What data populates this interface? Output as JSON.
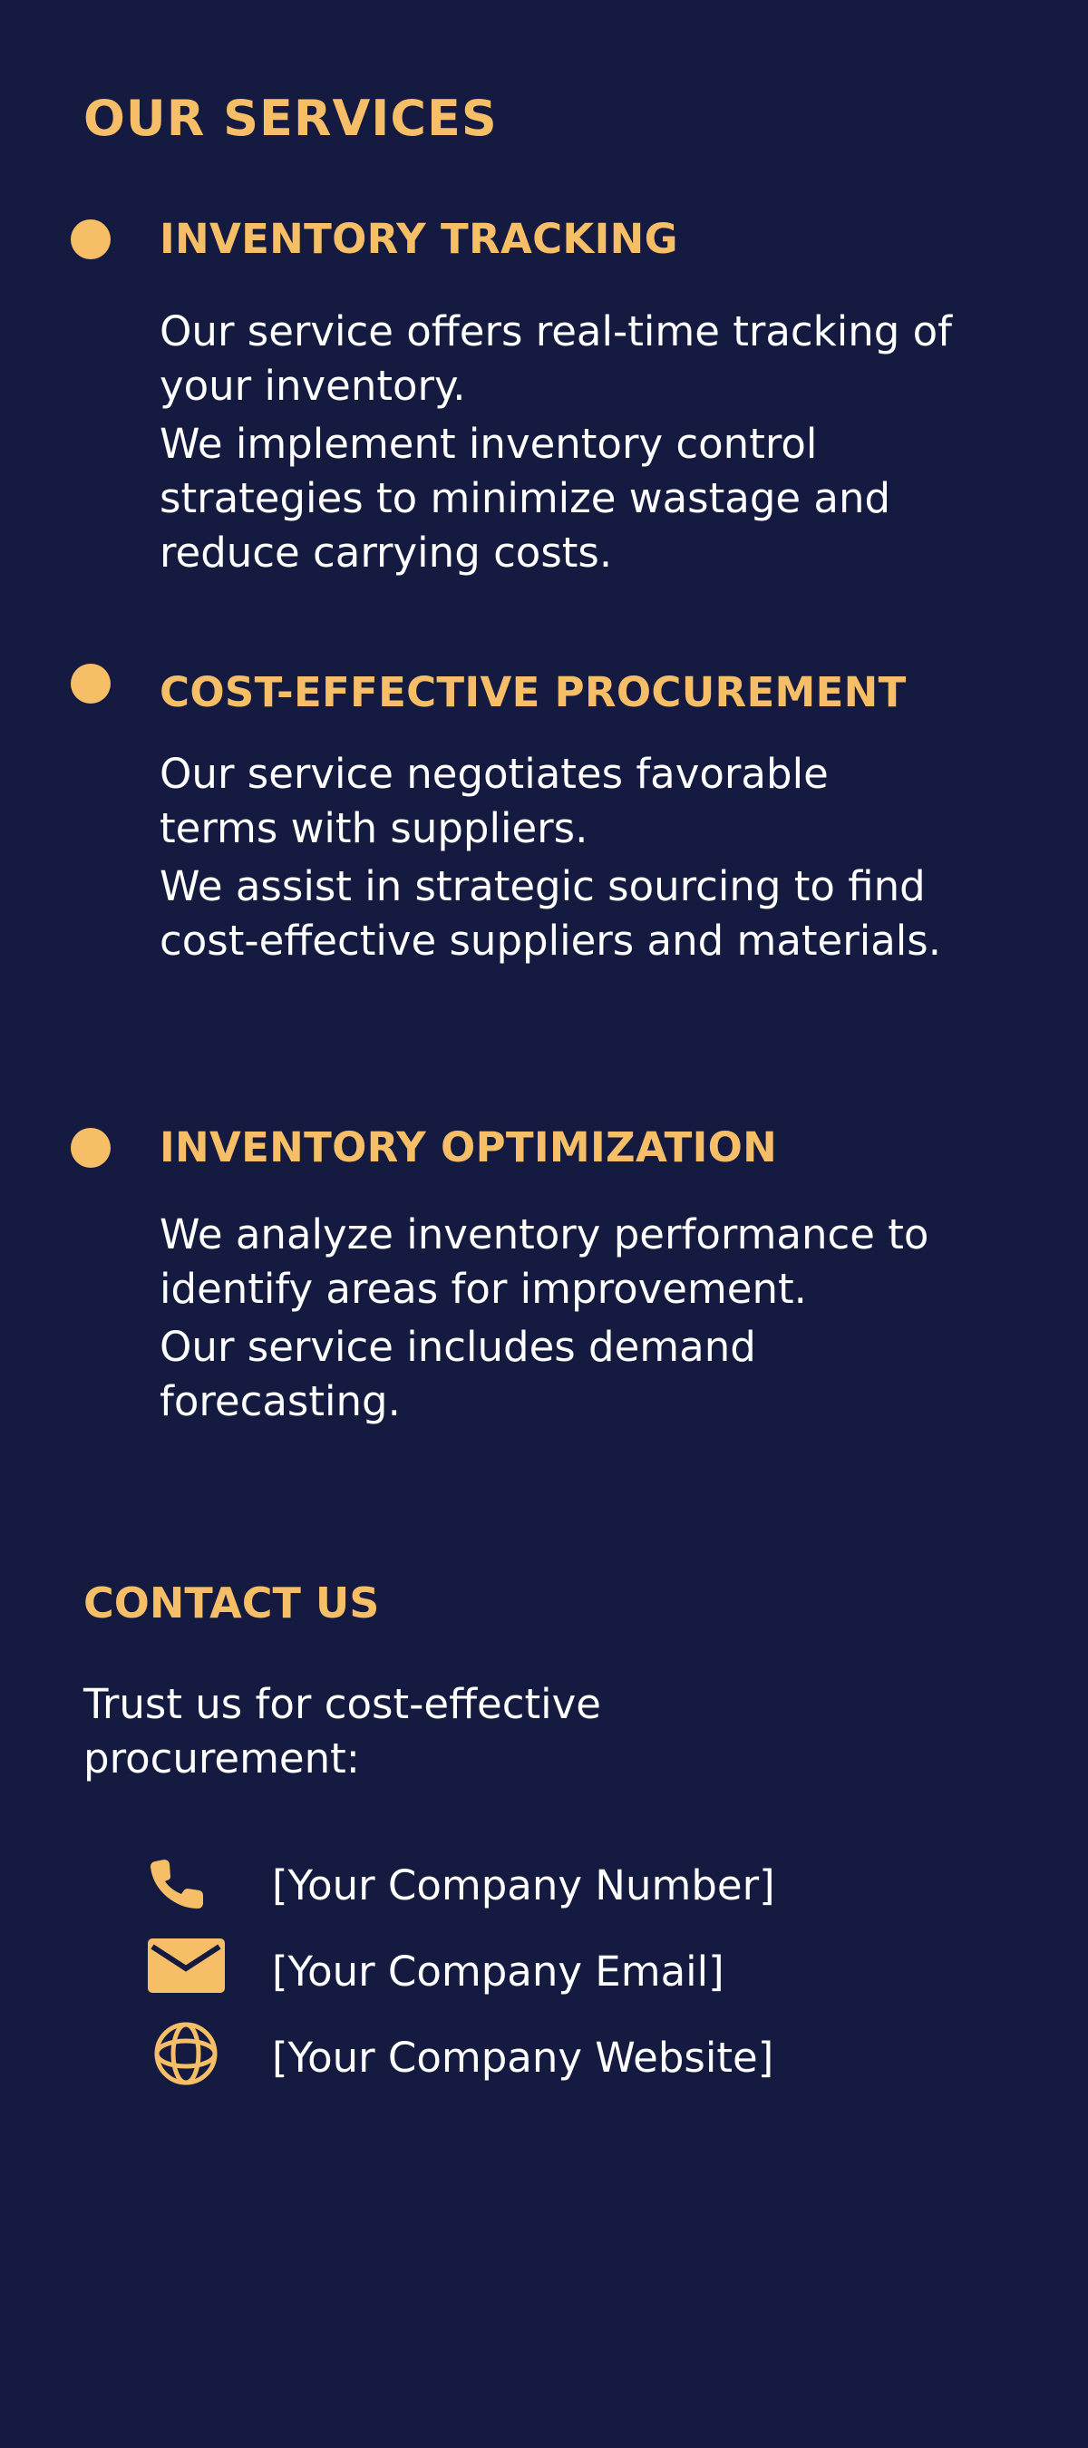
{
  "colors": {
    "background": "#151b40",
    "accent": "#f6be66",
    "text": "#ffffff"
  },
  "services": {
    "title": "OUR SERVICES",
    "items": [
      {
        "heading": "INVENTORY TRACKING",
        "icon": "bullet-circle",
        "paragraphs": [
          "Our service offers real-time tracking of your inventory.",
          "We implement inventory control strategies to minimize wastage and reduce carrying costs."
        ]
      },
      {
        "heading": "COST-EFFECTIVE PROCUREMENT",
        "icon": "bullet-circle",
        "paragraphs": [
          "Our service negotiates favorable terms with suppliers.",
          "We assist in strategic sourcing to find cost-effective suppliers and materials."
        ]
      },
      {
        "heading": "INVENTORY OPTIMIZATION",
        "icon": "bullet-circle",
        "paragraphs": [
          "We analyze inventory performance to identify areas for improvement.",
          "Our service includes demand forecasting."
        ]
      }
    ]
  },
  "contact": {
    "title": "CONTACT US",
    "intro": "Trust us for cost-effective procurement:",
    "items": [
      {
        "icon": "phone-icon",
        "text": "[Your Company Number]"
      },
      {
        "icon": "email-icon",
        "text": "[Your Company Email]"
      },
      {
        "icon": "globe-icon",
        "text": "[Your Company Website]"
      }
    ]
  }
}
